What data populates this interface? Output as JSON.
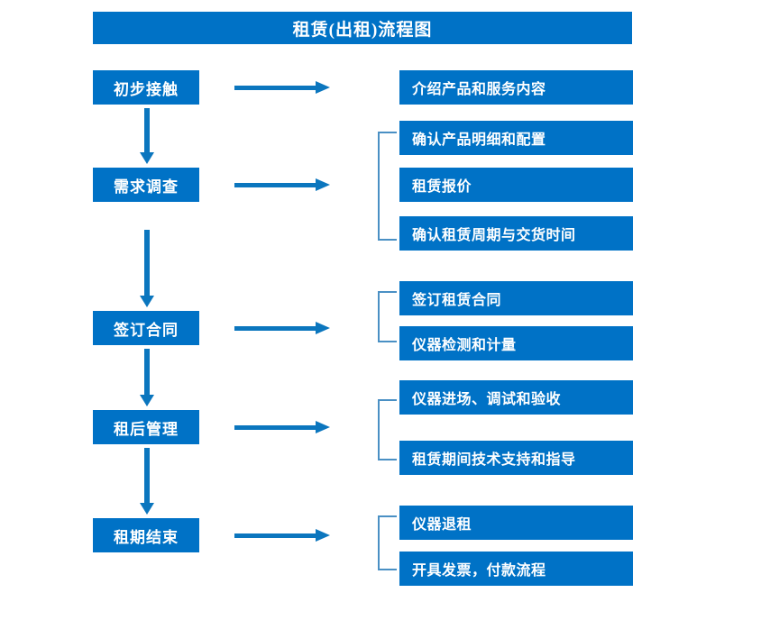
{
  "diagram": {
    "title": "租赁(出租)流程图",
    "colors": {
      "box_blue": "#0072C6",
      "arrow_blue": "#0B76BE",
      "bracket_blue": "#4A90C4",
      "text_white": "#FFFFFF",
      "background": "#FFFFFF"
    },
    "stages": [
      {
        "label": "初步接触"
      },
      {
        "label": "需求调查"
      },
      {
        "label": "签订合同"
      },
      {
        "label": "租后管理"
      },
      {
        "label": "租期结束"
      }
    ],
    "details": [
      {
        "label": "介绍产品和服务内容"
      },
      {
        "label": "确认产品明细和配置"
      },
      {
        "label": "租赁报价"
      },
      {
        "label": "确认租赁周期与交货时间"
      },
      {
        "label": "签订租赁合同"
      },
      {
        "label": "仪器检测和计量"
      },
      {
        "label": "仪器进场、调试和验收"
      },
      {
        "label": "租赁期间技术支持和指导"
      },
      {
        "label": "仪器退租"
      },
      {
        "label": "开具发票，付款流程"
      }
    ],
    "groups": [
      {
        "name": "需求调查-group",
        "items": [
          "确认产品明细和配置",
          "租赁报价",
          "确认租赁周期与交货时间"
        ]
      },
      {
        "name": "签订合同-group",
        "items": [
          "签订租赁合同",
          "仪器检测和计量"
        ]
      },
      {
        "name": "租后管理-group",
        "items": [
          "仪器进场、调试和验收",
          "租赁期间技术支持和指导"
        ]
      },
      {
        "name": "租期结束-group",
        "items": [
          "仪器退租",
          "开具发票，付款流程"
        ]
      }
    ],
    "flow_connections": [
      {
        "from": "初步接触",
        "to": "需求调查"
      },
      {
        "from": "需求调查",
        "to": "签订合同"
      },
      {
        "from": "签订合同",
        "to": "租后管理"
      },
      {
        "from": "租后管理",
        "to": "租期结束"
      }
    ]
  }
}
